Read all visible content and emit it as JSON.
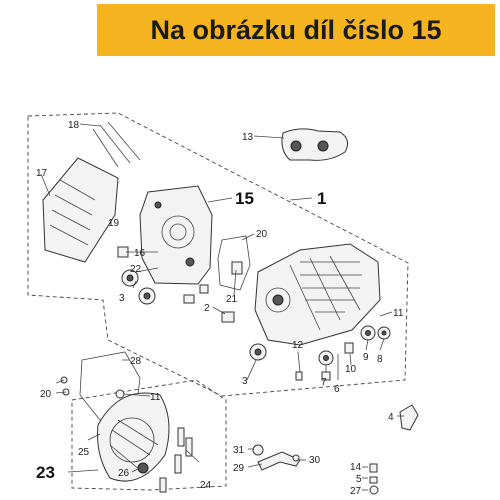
{
  "banner": {
    "text": "Na obrázku díl číslo 15",
    "color": "#f6b51f"
  },
  "callouts": [
    "18",
    "17",
    "19",
    "16",
    "22",
    "3",
    "2",
    "15",
    "1",
    "20",
    "21",
    "13",
    "12",
    "7",
    "6",
    "10",
    "9",
    "8",
    "11",
    "5",
    "4",
    "14",
    "27",
    "28",
    "25",
    "26",
    "23",
    "24",
    "29",
    "30",
    "31"
  ],
  "icons": [
    "crankcase-half",
    "transmission-cover",
    "gasket",
    "bolt",
    "bearing",
    "oil-seal",
    "pipe-fitting",
    "drain-plug"
  ]
}
